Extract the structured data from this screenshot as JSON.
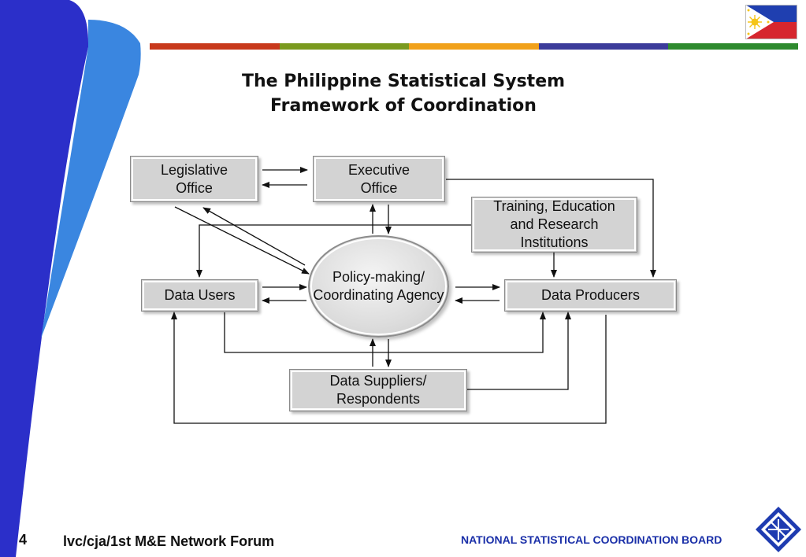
{
  "slide": {
    "title_line1": "The Philippine Statistical System",
    "title_line2": "Framework of Coordination",
    "page_number": "4",
    "footer_note": "lvc/cja/1st M&E Network Forum",
    "organization": "NATIONAL STATISTICAL COORDINATION BOARD",
    "colors": {
      "left_band_dark": "#2b2fc9",
      "left_band_light": "#3a86e0",
      "bar_segments": [
        "#c8391c",
        "#7a9a1e",
        "#f1a11a",
        "#3b3b9a",
        "#2e8a2e"
      ],
      "org_text": "#1a2fa8",
      "node_fill": "#d3d3d3"
    },
    "icons": [
      "philippine-flag-icon",
      "nscb-logo-icon"
    ]
  },
  "diagram": {
    "nodes": {
      "legislative": [
        "Legislative",
        "Office"
      ],
      "executive": [
        "Executive",
        "Office"
      ],
      "training": [
        "Training, Education",
        "and Research",
        "Institutions"
      ],
      "users": [
        "Data Users"
      ],
      "policy": [
        "Policy-making/",
        "Coordinating",
        "Agency"
      ],
      "producers": [
        "Data Producers"
      ],
      "suppliers": [
        "Data Suppliers/",
        "Respondents"
      ]
    },
    "edges": [
      {
        "from": "legislative",
        "to": "executive"
      },
      {
        "from": "executive",
        "to": "legislative"
      },
      {
        "from": "legislative",
        "to": "policy"
      },
      {
        "from": "policy",
        "to": "legislative"
      },
      {
        "from": "policy",
        "to": "executive"
      },
      {
        "from": "executive",
        "to": "policy"
      },
      {
        "from": "executive",
        "to": "producers"
      },
      {
        "from": "training",
        "to": "users"
      },
      {
        "from": "training",
        "to": "producers"
      },
      {
        "from": "users",
        "to": "policy"
      },
      {
        "from": "policy",
        "to": "users"
      },
      {
        "from": "policy",
        "to": "producers"
      },
      {
        "from": "producers",
        "to": "policy"
      },
      {
        "from": "policy",
        "to": "suppliers"
      },
      {
        "from": "suppliers",
        "to": "policy"
      },
      {
        "from": "suppliers",
        "to": "producers"
      },
      {
        "from": "users",
        "to": "producers"
      },
      {
        "from": "producers",
        "to": "users"
      }
    ]
  }
}
